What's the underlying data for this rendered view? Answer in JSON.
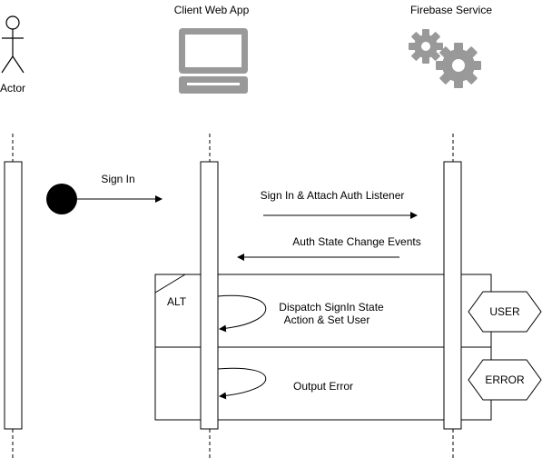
{
  "participants": {
    "actor": "Actor",
    "client": "Client Web App",
    "firebase": "Firebase Service"
  },
  "messages": {
    "sign_in": "Sign In",
    "sign_in_attach": "Sign In & Attach Auth Listener",
    "auth_state": "Auth State Change Events",
    "dispatch_line1": "Dispatch SignIn State",
    "dispatch_line2": "Action & Set User",
    "output_error": "Output Error"
  },
  "fragment": {
    "operator": "ALT",
    "guard_user": "USER",
    "guard_error": "ERROR"
  },
  "icons": {
    "actor": "stick-figure-icon",
    "client": "computer-monitor-icon",
    "firebase": "gears-icon"
  },
  "colors": {
    "line": "#000000",
    "icon_gray": "#999999",
    "initial_node": "#000000"
  }
}
